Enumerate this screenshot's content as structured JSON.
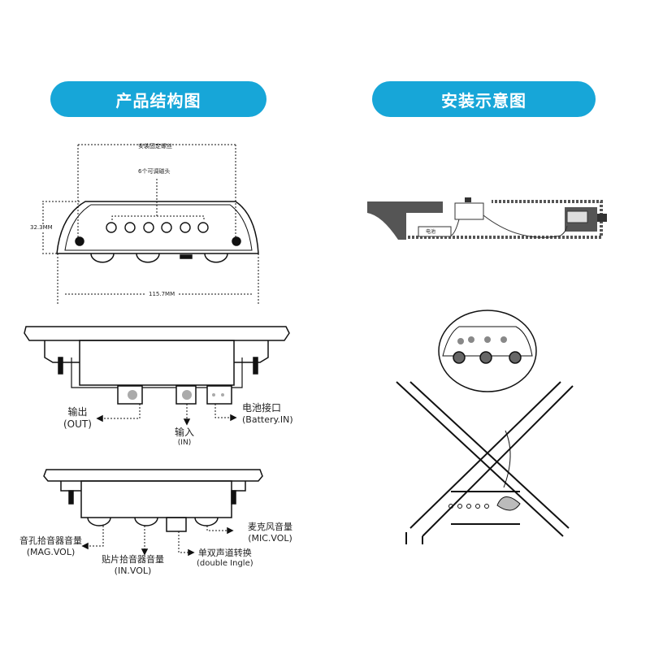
{
  "headers": {
    "structure": "产品结构图",
    "install": "安装示意图"
  },
  "top_view": {
    "screw_label": "安装固定螺丝",
    "pole_label": "6个可调磁头",
    "height_dim": "32.3MM",
    "width_dim": "115.7MM"
  },
  "jacks": {
    "out_cn": "输出",
    "out_en": "(OUT)",
    "in_cn": "输入",
    "in_en": "(IN)",
    "battery_cn": "电池接口",
    "battery_en": "(Battery.IN)"
  },
  "knobs": {
    "mag_cn": "音孔拾音器音量",
    "mag_en": "(MAG.VOL)",
    "in_cn": "贴片拾音器音量",
    "in_en": "(IN.VOL)",
    "mic_cn": "麦克风音量",
    "mic_en": "(MIC.VOL)",
    "switch_cn": "单双声道转换",
    "switch_en": "(double Ingle)"
  },
  "install": {
    "battery_label": "电池"
  },
  "colors": {
    "accent": "#17a6d8"
  }
}
